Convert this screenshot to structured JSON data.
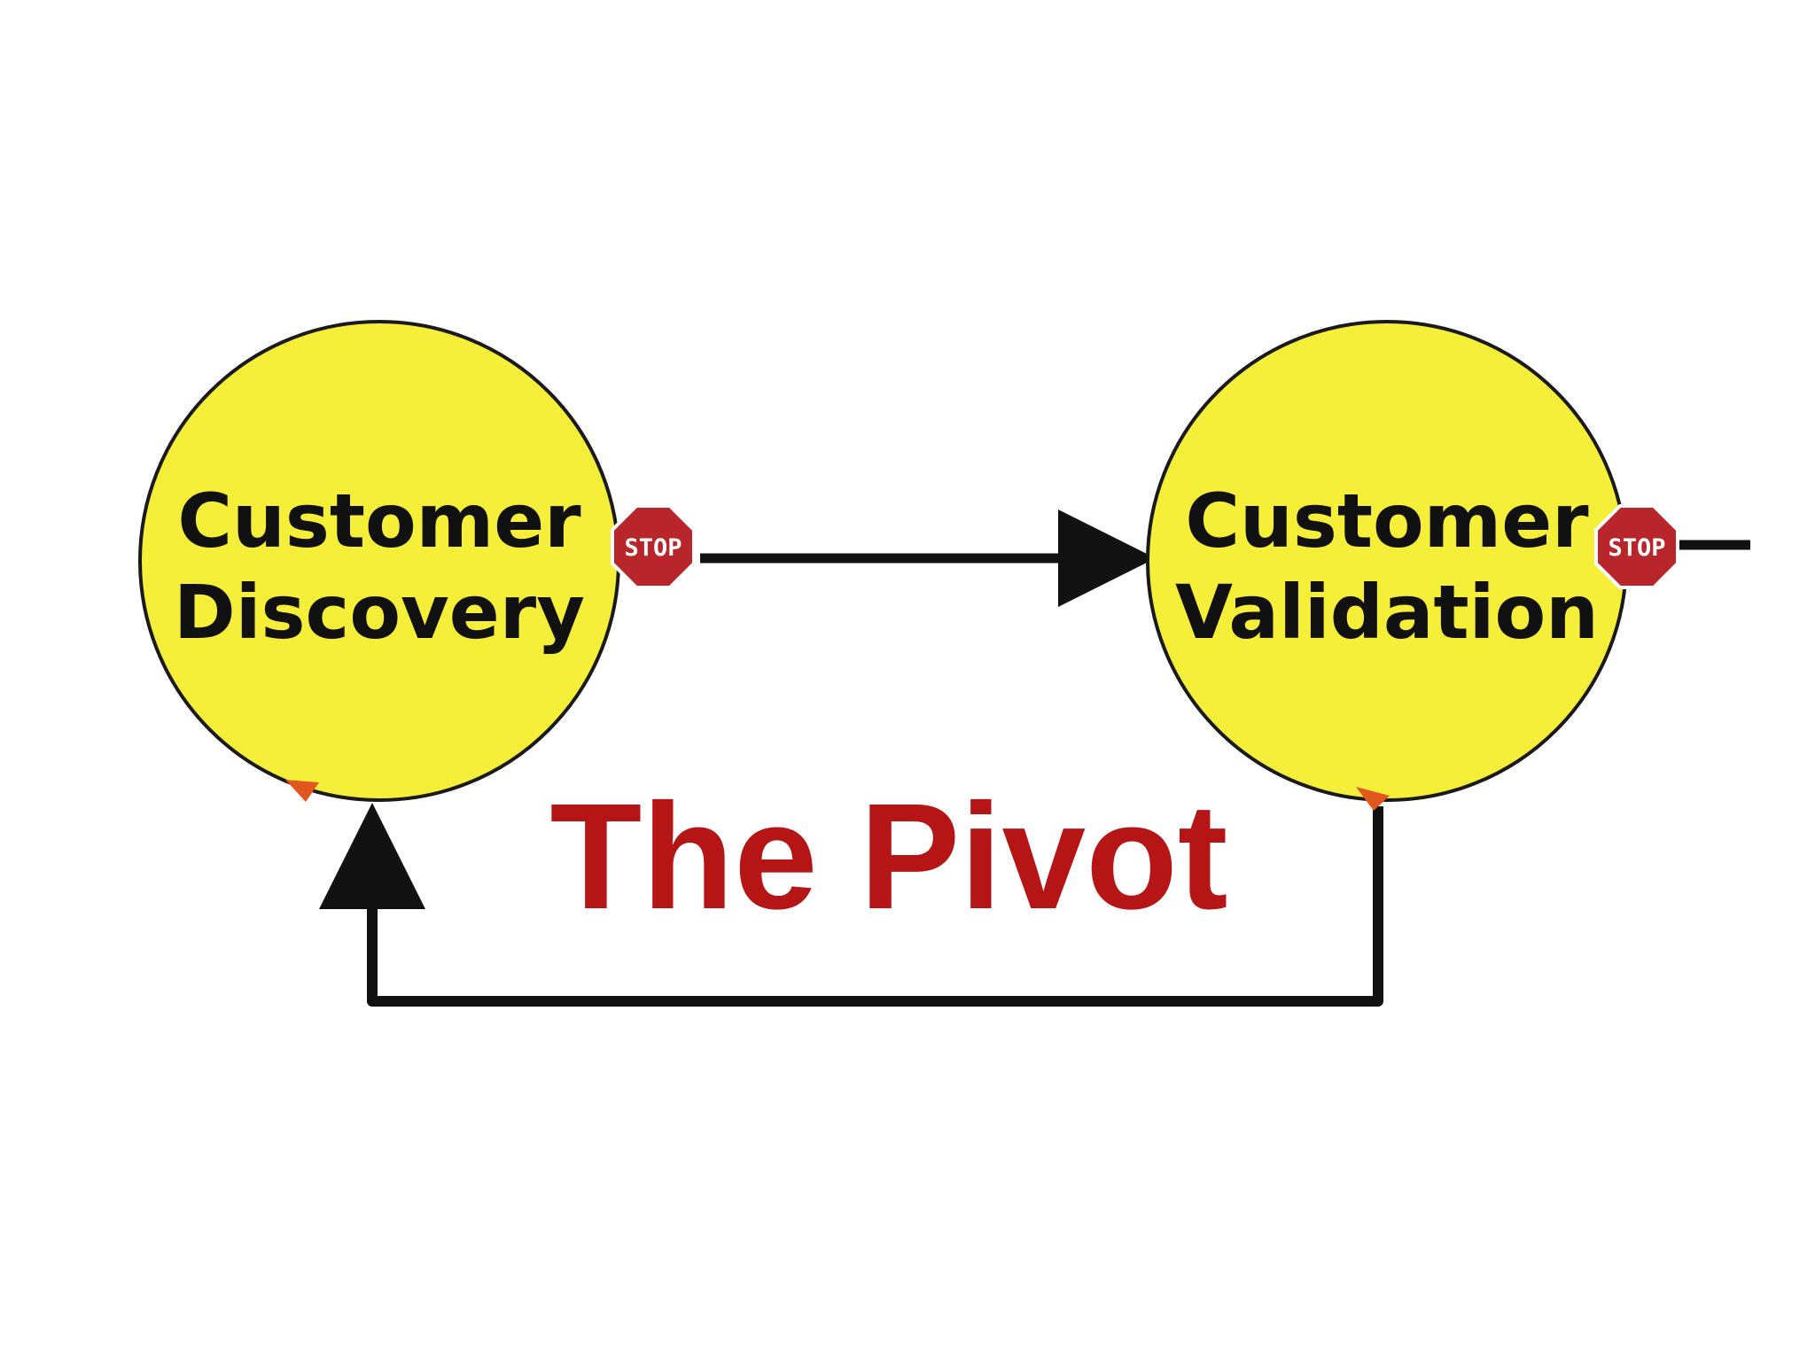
{
  "nodes": [
    {
      "id": "discovery",
      "line1": "Customer",
      "line2": "Discovery"
    },
    {
      "id": "validation",
      "line1": "Customer",
      "line2": "Validation"
    }
  ],
  "stop_signs": [
    {
      "text": "STOP"
    },
    {
      "text": "STOP"
    }
  ],
  "pivot_label": "The Pivot",
  "colors": {
    "node_fill": "#f5ef3a",
    "node_stroke": "#1a1a1a",
    "stop_fill": "#b8262b",
    "pivot_text": "#b51515",
    "arrow": "#111111",
    "marker": "#e2571e"
  }
}
